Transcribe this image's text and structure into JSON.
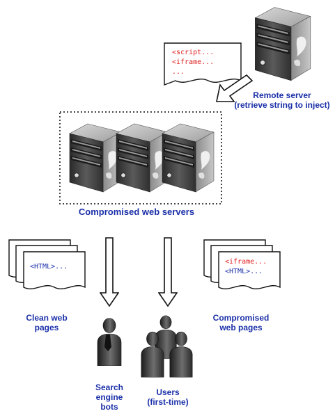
{
  "labels": {
    "remote_server_line1": "Remote server",
    "remote_server_line2": "(retrieve string to inject)",
    "compromised_servers": "Compromised web servers",
    "clean_pages_line1": "Clean web",
    "clean_pages_line2": "pages",
    "compromised_pages_line1": "Compromised",
    "compromised_pages_line2": "web pages",
    "search_bots_line1": "Search",
    "search_bots_line2": "engine",
    "search_bots_line3": "bots",
    "users_line1": "Users",
    "users_line2": "(first-time)"
  },
  "code": {
    "remote_line1": "<script...",
    "remote_line2": "<iframe...",
    "remote_line3": "...",
    "clean_line1": "<HTML>...",
    "comp_line1": "<iframe...",
    "comp_line2": "<HTML>..."
  },
  "colors": {
    "label_blue": "#1a2fa8",
    "code_red": "#e02020",
    "code_blue": "#1a2fa8"
  },
  "icons": [
    "server-icon",
    "document-icon",
    "person-icon",
    "arrow-icon"
  ]
}
